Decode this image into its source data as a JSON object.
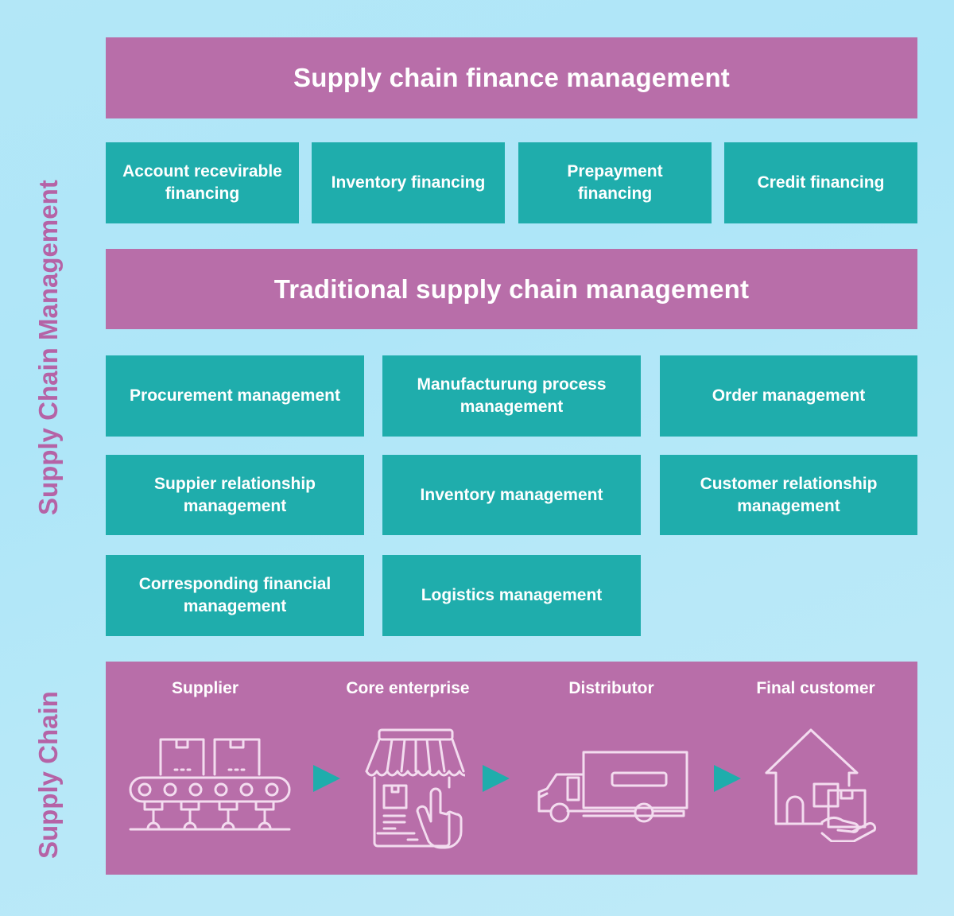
{
  "side_labels": {
    "management": "Supply Chain Management",
    "chain": "Supply Chain"
  },
  "finance": {
    "title": "Supply chain finance management",
    "items": [
      "Account recevirable\nfinancing",
      "Inventory financing",
      "Prepayment\nfinancing",
      "Credit financing"
    ]
  },
  "traditional": {
    "title": "Traditional supply chain management",
    "items": [
      "Procurement management",
      "Manufacturung process\nmanagement",
      "Order management",
      "Suppier relationship\nmanagement",
      "Inventory management",
      "Customer relationship\nmanagement",
      "Corresponding financial\nmanagement",
      "Logistics management"
    ]
  },
  "supply_chain": {
    "stages": [
      {
        "label": "Supplier",
        "icon": "conveyor-belt-icon"
      },
      {
        "label": "Core enterprise",
        "icon": "shop-tablet-icon"
      },
      {
        "label": "Distributor",
        "icon": "truck-icon"
      },
      {
        "label": "Final customer",
        "icon": "house-delivery-icon"
      }
    ],
    "arrow_icon": "arrow-right-icon"
  },
  "colors": {
    "pink": "#b86ea9",
    "teal": "#1fadac",
    "background": "#b3e7f7",
    "side_label": "#b563a6"
  }
}
